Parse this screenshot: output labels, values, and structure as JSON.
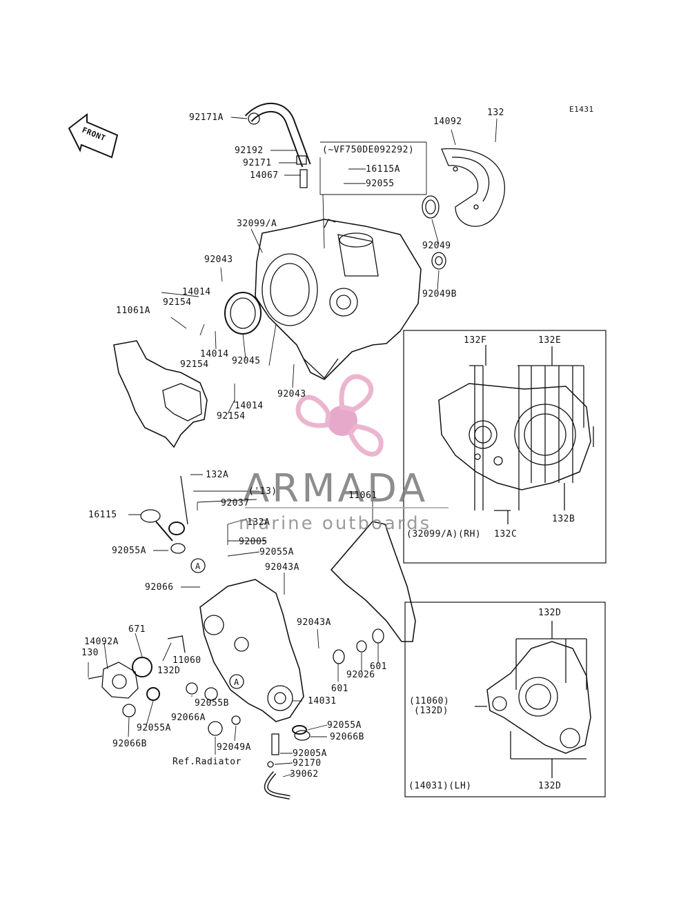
{
  "diagram_code": "E1431",
  "front_label": "FRONT",
  "watermark": {
    "title": "ARMADA",
    "subtitle": "marine outboards",
    "accent_color": "#e8a9c8",
    "text_color": "#7a7a7a"
  },
  "labels": {
    "l92171A": "92171A",
    "l92192": "92192",
    "l92171": "92171",
    "l14067": "14067",
    "l32099A": "32099/A",
    "lVF": "(~VF750DE092292)",
    "l16115A": "16115A",
    "l92055": "92055",
    "l14092": "14092",
    "l132": "132",
    "l92049": "92049",
    "l92049B": "92049B",
    "l92043a": "92043",
    "l14014a": "14014",
    "l92154a": "92154",
    "l11061A": "11061A",
    "l14014b": "14014",
    "l92154b": "92154",
    "l92045": "92045",
    "l92043b": "92043",
    "l14014c": "14014",
    "l92154c": "92154",
    "l132Aa": "132A",
    "l13": "('13)",
    "l92037": "92037",
    "l11061": "11061",
    "l16115": "16115",
    "l132Ab": "132A",
    "l92005": "92005",
    "l92055Aa": "92055A",
    "l92055Ab": "92055A",
    "lA1": "A",
    "l92043Aa": "92043A",
    "l92066": "92066",
    "l671": "671",
    "l92043Ab": "92043A",
    "l14092A": "14092A",
    "l130": "130",
    "l11060": "11060",
    "l132Da": "132D",
    "l601a": "601",
    "l92026": "92026",
    "l601b": "601",
    "lA2": "A",
    "l92055B": "92055B",
    "l14031": "14031",
    "l92066A": "92066A",
    "l92055Ac": "92055A",
    "l92055Ad": "92055A",
    "l92066Ba": "92066B",
    "l92066Bb": "92066B",
    "l92049A": "92049A",
    "l92005A": "92005A",
    "lRefRad": "Ref.Radiator",
    "l92170": "92170",
    "l39062": "39062",
    "l132F": "132F",
    "l132E": "132E",
    "l132B": "132B",
    "l32099RH": "(32099/A)(RH)",
    "l132C": "132C",
    "l132Db": "132D",
    "l11060b": "(11060)",
    "l132Dc": "(132D)",
    "l14031LH": "(14031)(LH)",
    "l132Dd": "132D"
  }
}
